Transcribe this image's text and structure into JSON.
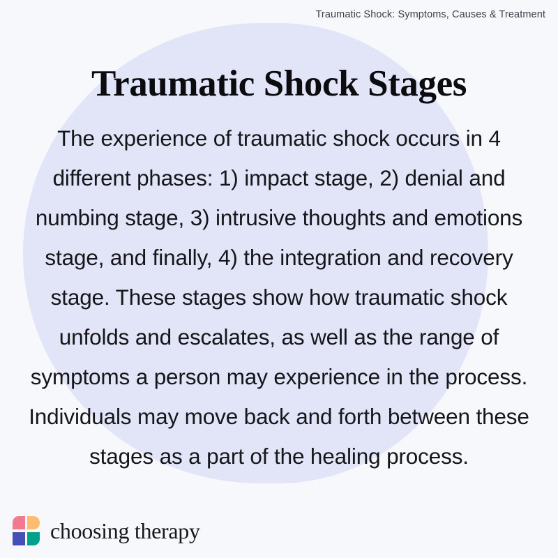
{
  "card": {
    "background_color": "#F7F8FC",
    "accent_shape_color": "#E2E4F8"
  },
  "header": {
    "eyebrow": "Traumatic Shock: Symptoms, Causes & Treatment"
  },
  "title": "Traumatic Shock Stages",
  "body": {
    "paragraph": "The experience of traumatic shock occurs in 4 different phases: 1) impact stage, 2) denial and numbing stage, 3) intrusive thoughts and emotions stage, and finally, 4) the integration and recovery stage. These stages show how traumatic shock unfolds and escalates, as well as the range of symptoms a person may experience in the process. Individuals may move back and forth between these stages as a part of the healing process."
  },
  "stages": [
    {
      "number": "1",
      "label": "impact stage"
    },
    {
      "number": "2",
      "label": "denial and numbing stage"
    },
    {
      "number": "3",
      "label": "intrusive thoughts and emotions stage"
    },
    {
      "number": "4",
      "label": "the integration and recovery stage"
    }
  ],
  "logo": {
    "wordmark": "choosing therapy",
    "mark_colors": {
      "top_left": "#F2798F",
      "top_right": "#FCBE6E",
      "bottom_left": "#4450B8",
      "bottom_right": "#00A08A"
    }
  }
}
